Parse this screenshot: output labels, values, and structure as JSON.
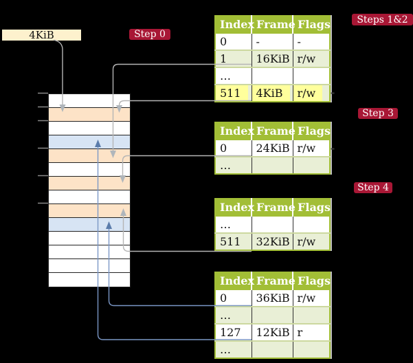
{
  "frame_label": "4KiB",
  "badges": {
    "step0": "Step 0",
    "steps12": "Steps 1&2",
    "step3": "Step 3",
    "step4": "Step 4"
  },
  "physical_memory": {
    "rows": [
      "free",
      "table",
      "free",
      "data",
      "table",
      "free",
      "table",
      "free",
      "table",
      "data",
      "free",
      "free",
      "free",
      "free"
    ]
  },
  "tables": [
    {
      "title": "page table for steps 1&2",
      "headers": [
        "Index",
        "Frame",
        "Flags"
      ],
      "rows": [
        [
          "0",
          "-",
          "-"
        ],
        [
          "1",
          "16KiB",
          "r/w"
        ],
        [
          "…",
          "",
          ""
        ],
        [
          "511",
          "4KiB",
          "r/w"
        ]
      ],
      "highlighted_row": "511"
    },
    {
      "title": "page table for step 3",
      "headers": [
        "Index",
        "Frame",
        "Flags"
      ],
      "rows": [
        [
          "0",
          "24KiB",
          "r/w"
        ],
        [
          "…",
          "",
          ""
        ]
      ]
    },
    {
      "title": "page table for step 4 (upper)",
      "headers": [
        "Index",
        "Frame",
        "Flags"
      ],
      "rows": [
        [
          "…",
          "",
          ""
        ],
        [
          "511",
          "32KiB",
          "r/w"
        ]
      ]
    },
    {
      "title": "page table for step 4 (lower)",
      "headers": [
        "Index",
        "Frame",
        "Flags"
      ],
      "rows": [
        [
          "0",
          "36KiB",
          "r/w"
        ],
        [
          "…",
          "",
          ""
        ],
        [
          "127",
          "12KiB",
          "r"
        ],
        [
          "…",
          "",
          ""
        ]
      ]
    }
  ],
  "colors": {
    "table_header_green": "#a2be36",
    "table_row_green": "#e9efd6",
    "highlight_yellow": "#ffff9c",
    "badge_red": "#a81735",
    "frame_label_bg": "#fdf1cd",
    "memory_page_table_frame": "#fde3c7",
    "memory_data_frame": "#d7e4f4",
    "connector_gray": "#b5b5b5",
    "connector_blue": "#7b97c6"
  }
}
